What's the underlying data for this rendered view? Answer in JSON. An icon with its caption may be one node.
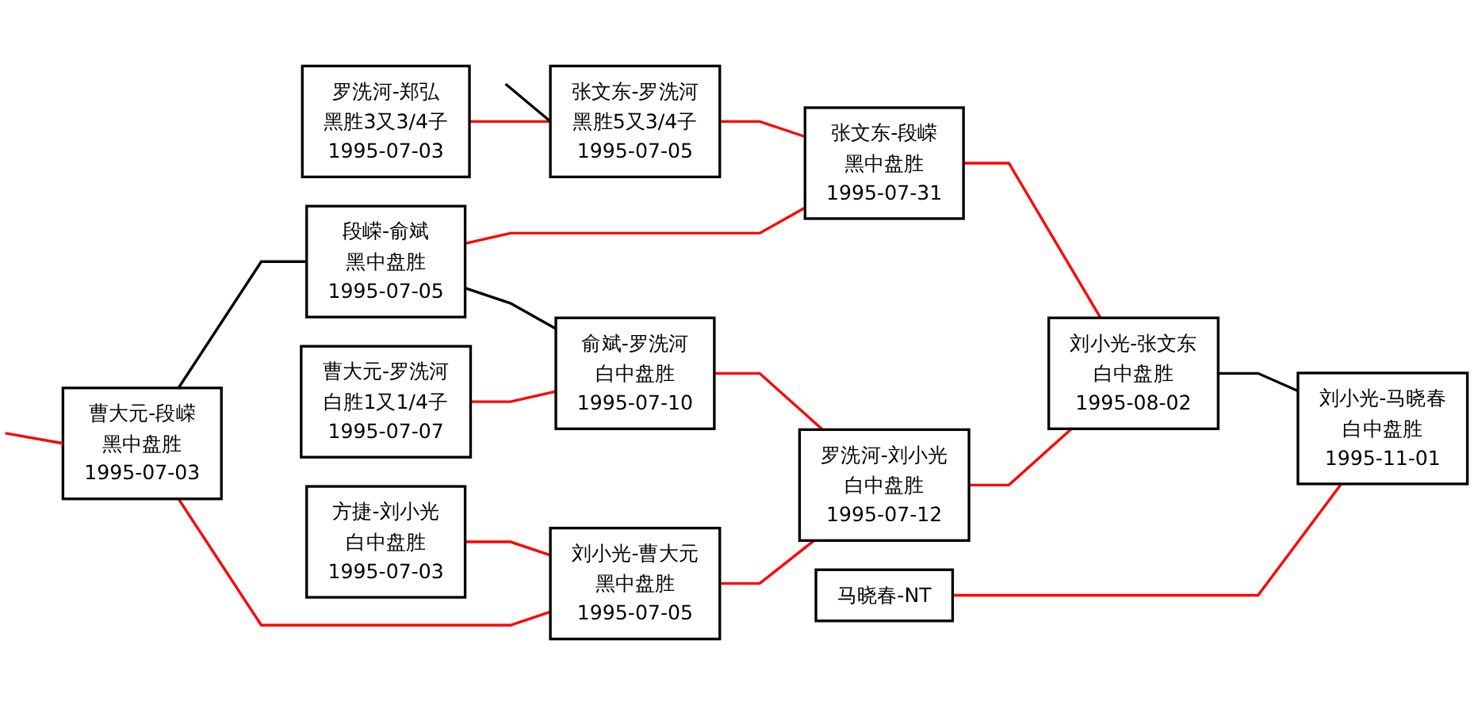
{
  "diagram": {
    "nodes": [
      {
        "text": [
          "罗洗河-郑弘",
          "黑胜3又3/4子",
          "1995-07-03"
        ]
      },
      {
        "text": [
          "曹大元-段嵘",
          "黑中盘胜",
          "1995-07-03"
        ]
      },
      {
        "text": [
          "段嵘-俞斌",
          "黑中盘胜",
          "1995-07-05"
        ]
      },
      {
        "text": [
          "方捷-刘小光",
          "白中盘胜",
          "1995-07-03"
        ]
      },
      {
        "text": [
          "曹大元-罗洗河",
          "白胜1又1/4子",
          "1995-07-07"
        ]
      },
      {
        "text": [
          "张文东-罗洗河",
          "黑胜5又3/4子",
          "1995-07-05"
        ]
      },
      {
        "text": [
          "刘小光-曹大元",
          "黑中盘胜",
          "1995-07-05"
        ]
      },
      {
        "text": [
          "俞斌-罗洗河",
          "白中盘胜",
          "1995-07-10"
        ]
      },
      {
        "text": [
          "张文东-段嵘",
          "黑中盘胜",
          "1995-07-31"
        ]
      },
      {
        "text": [
          "罗洗河-刘小光",
          "白中盘胜",
          "1995-07-12"
        ]
      },
      {
        "text": [
          "马晓春-NT"
        ]
      },
      {
        "text": [
          "刘小光-张文东",
          "白中盘胜",
          "1995-08-02"
        ]
      },
      {
        "text": [
          "刘小光-马晓春",
          "白中盘胜",
          "1995-11-01"
        ]
      }
    ],
    "edges": [
      {
        "from": null,
        "to": 5,
        "arrow": "none",
        "color": "#000000"
      },
      {
        "from": null,
        "to": 1,
        "arrow": "none"
      },
      {
        "from": 1,
        "to": 2,
        "arrow": "none",
        "color": "#000000"
      },
      {
        "from": 0,
        "to": 5,
        "arrow": "none"
      },
      {
        "from": 2,
        "to": 8,
        "arrow": "none"
      },
      {
        "from": 1,
        "to": 6,
        "arrow": "none"
      },
      {
        "from": 2,
        "to": 7,
        "arrow": "none",
        "color": "#000000"
      },
      {
        "from": 3,
        "to": 6,
        "arrow": "none"
      },
      {
        "from": 4,
        "to": 7,
        "arrow": "none"
      },
      {
        "from": 5,
        "to": 8,
        "arrow": "none"
      },
      {
        "from": 6,
        "to": 9,
        "arrow": "none"
      },
      {
        "from": 7,
        "to": 9,
        "arrow": "none"
      },
      {
        "from": 8,
        "to": 11,
        "arrow": "none"
      },
      {
        "from": 9,
        "to": 11,
        "arrow": "none"
      },
      {
        "from": 11,
        "to": 12,
        "arrow": "none",
        "color": "#000000"
      },
      {
        "from": 10,
        "to": 12,
        "arrow": "none"
      }
    ]
  }
}
